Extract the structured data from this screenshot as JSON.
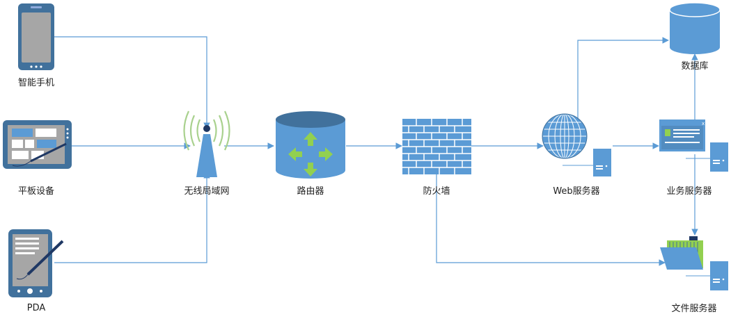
{
  "colors": {
    "primary": "#5b9bd5",
    "dark": "#41719c",
    "arrow_green": "#92d050",
    "signal_green": "#a9d18e"
  },
  "nodes": {
    "smartphone": {
      "label": "智能手机",
      "icon": "smartphone-icon"
    },
    "tablet": {
      "label": "平板设备",
      "icon": "tablet-icon"
    },
    "pda": {
      "label": "PDA",
      "icon": "pda-icon"
    },
    "wlan": {
      "label": "无线局域网",
      "icon": "wireless-antenna-icon"
    },
    "router": {
      "label": "路由器",
      "icon": "router-icon"
    },
    "firewall": {
      "label": "防火墙",
      "icon": "firewall-icon"
    },
    "web_server": {
      "label": "Web服务器",
      "icon": "globe-server-icon"
    },
    "database": {
      "label": "数据库",
      "icon": "database-icon"
    },
    "app_server": {
      "label": "业务服务器",
      "icon": "application-server-icon"
    },
    "file_server": {
      "label": "文件服务器",
      "icon": "folder-server-icon"
    }
  },
  "connections": [
    {
      "from": "智能手机",
      "to": "无线局域网"
    },
    {
      "from": "平板设备",
      "to": "无线局域网"
    },
    {
      "from": "PDA",
      "to": "无线局域网"
    },
    {
      "from": "无线局域网",
      "to": "路由器"
    },
    {
      "from": "路由器",
      "to": "防火墙"
    },
    {
      "from": "防火墙",
      "to": "Web服务器"
    },
    {
      "from": "防火墙",
      "to": "文件服务器"
    },
    {
      "from": "Web服务器",
      "to": "数据库"
    },
    {
      "from": "Web服务器",
      "to": "业务服务器"
    },
    {
      "from": "业务服务器",
      "to": "数据库"
    },
    {
      "from": "业务服务器",
      "to": "文件服务器"
    }
  ]
}
